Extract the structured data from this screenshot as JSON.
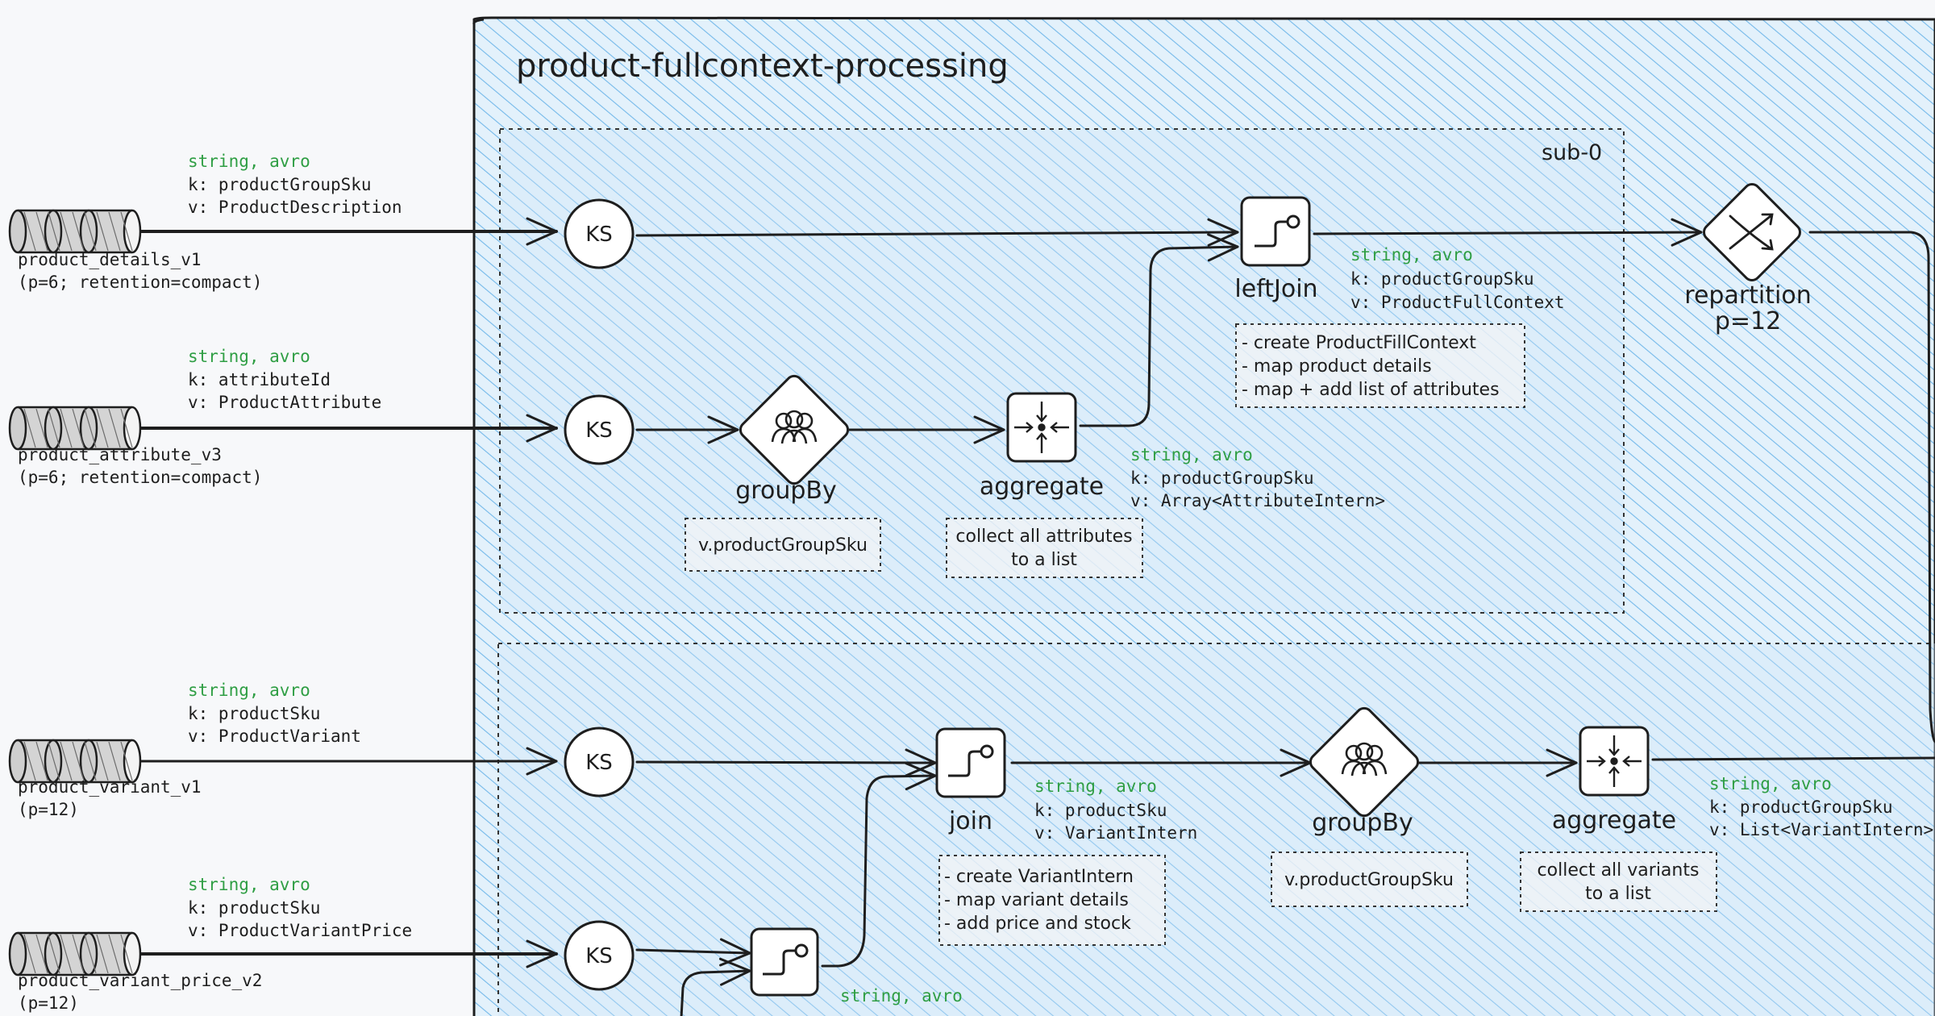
{
  "diagram": {
    "title": "product-fullcontext-processing",
    "subtopology_label": "sub-0"
  },
  "topics": [
    {
      "name": "product_details_v1",
      "config": "(p=6; retention=compact)",
      "serde": "string, avro",
      "key": "k: productGroupSku",
      "value": "v: ProductDescription"
    },
    {
      "name": "product_attribute_v3",
      "config": "(p=6; retention=compact)",
      "serde": "string, avro",
      "key": "k: attributeId",
      "value": "v: ProductAttribute"
    },
    {
      "name": "product_variant_v1",
      "config": "(p=12)",
      "serde": "string, avro",
      "key": "k: productSku",
      "value": "v: ProductVariant"
    },
    {
      "name": "product_variant_price_v2",
      "config": "(p=12)",
      "serde": "string, avro",
      "key": "k: productSku",
      "value": "v: ProductVariantPrice"
    }
  ],
  "nodes": {
    "ks_label": "KS",
    "groupby1": {
      "label": "groupBy",
      "note": "v.productGroupSku"
    },
    "aggregate1": {
      "label": "aggregate",
      "note1": "collect all attributes",
      "note2": "to a list",
      "serde": "string, avro",
      "key": "k: productGroupSku",
      "value": "v: Array<AttributeIntern>"
    },
    "leftjoin": {
      "label": "leftJoin",
      "serde": "string, avro",
      "key": "k: productGroupSku",
      "value": "v: ProductFullContext",
      "note1": "- create ProductFillContext",
      "note2": "- map product details",
      "note3": "- map + add list of attributes"
    },
    "repartition": {
      "label": "repartition",
      "sub": "p=12"
    },
    "join": {
      "label": "join",
      "serde": "string, avro",
      "key": "k: productSku",
      "value": "v: VariantIntern",
      "note1": "- create VariantIntern",
      "note2": "- map variant details",
      "note3": "- add price and stock"
    },
    "groupby2": {
      "label": "groupBy",
      "note": "v.productGroupSku"
    },
    "aggregate2": {
      "label": "aggregate",
      "note1": "collect all variants",
      "note2": "to a list",
      "serde": "string, avro",
      "key": "k: productGroupSku",
      "value": "v: List<VariantIntern>"
    },
    "bottom_join": {
      "serde": "string, avro"
    }
  },
  "colors": {
    "green": "#2f9e44",
    "dark": "#1e1e1e",
    "hatch": "#4dabf7",
    "panel": "#d0ebff"
  }
}
